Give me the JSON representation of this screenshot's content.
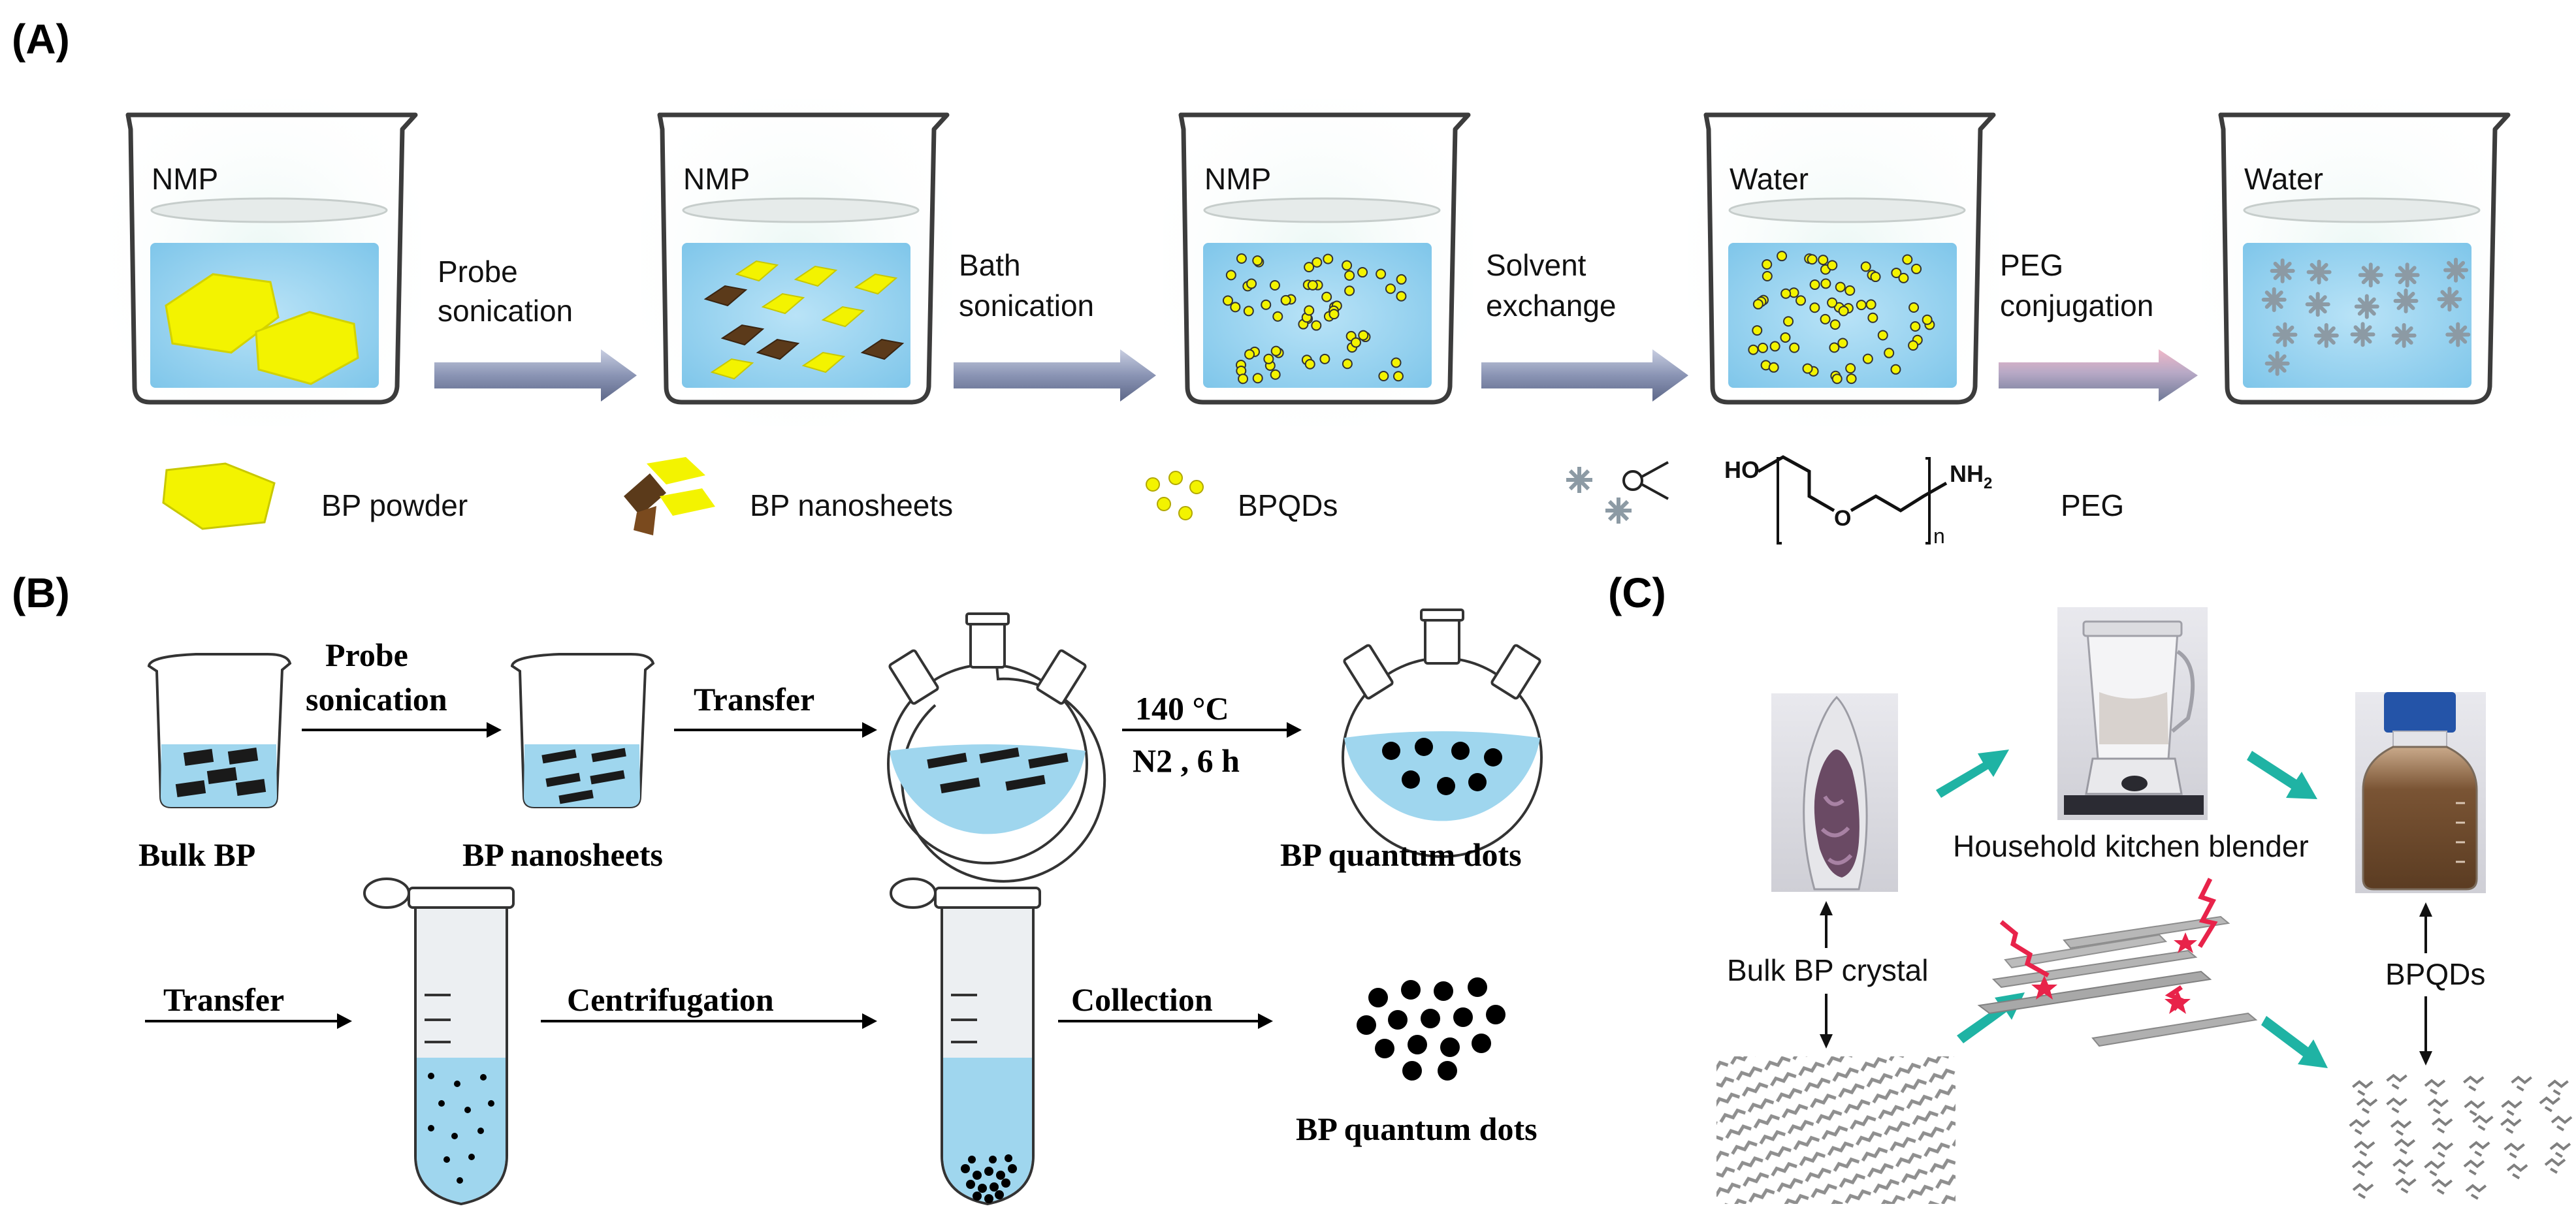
{
  "panel_labels": {
    "a": "(A)",
    "b": "(B)",
    "c": "(C)"
  },
  "panel_a": {
    "beakers": [
      {
        "solvent": "NMP",
        "content": "bp-powder"
      },
      {
        "solvent": "NMP",
        "content": "bp-nanosheets"
      },
      {
        "solvent": "NMP",
        "content": "bpqds"
      },
      {
        "solvent": "Water",
        "content": "bpqds"
      },
      {
        "solvent": "Water",
        "content": "peg-bpqds"
      }
    ],
    "steps": [
      {
        "line1": "Probe",
        "line2": "sonication"
      },
      {
        "line1": "Bath",
        "line2": "sonication"
      },
      {
        "line1": "Solvent",
        "line2": "exchange"
      },
      {
        "line1": "PEG",
        "line2": "conjugation"
      }
    ],
    "legend": {
      "bp_powder": "BP powder",
      "bp_nanosheets": "BP nanosheets",
      "bpqds": "BPQDs",
      "peg": "PEG",
      "peg_formula": {
        "ho": "HO",
        "o": "O",
        "n": "n",
        "nh2": "NH",
        "nh2_sub": "2"
      }
    },
    "colors": {
      "liquid": "#a9dcf4",
      "flake": "#f3f300",
      "sheet_dark": "#5b3a1a",
      "arrow": "#8a94b4",
      "peg_gray": "#8c9aa4"
    }
  },
  "panel_b": {
    "top_row": {
      "label_bulk": "Bulk BP",
      "label_nanosheets": "BP nanosheets",
      "label_qds": "BP quantum dots",
      "arrow1": {
        "line1": "Probe",
        "line2": "sonication"
      },
      "arrow2": "Transfer",
      "arrow3": {
        "line1": "140 °C",
        "line2": "N2 , 6 h"
      }
    },
    "bottom_row": {
      "arrow_in": "Transfer",
      "arrow_centrifuge": "Centrifugation",
      "arrow_collect": "Collection",
      "label_qds": "BP quantum dots"
    },
    "colors": {
      "liquid": "#9fd6ee",
      "sheet": "#1a1a1a",
      "dot": "#000000"
    }
  },
  "panel_c": {
    "blender_label": "Household kitchen blender",
    "bulk_label": "Bulk BP crystal",
    "bpqds_label": "BPQDs",
    "colors": {
      "arrow": "#1fb3a4",
      "spark": "#e8234a",
      "lattice": "#9a9a9a",
      "liquid": "#6b4a2c",
      "cap": "#2454a8"
    }
  }
}
